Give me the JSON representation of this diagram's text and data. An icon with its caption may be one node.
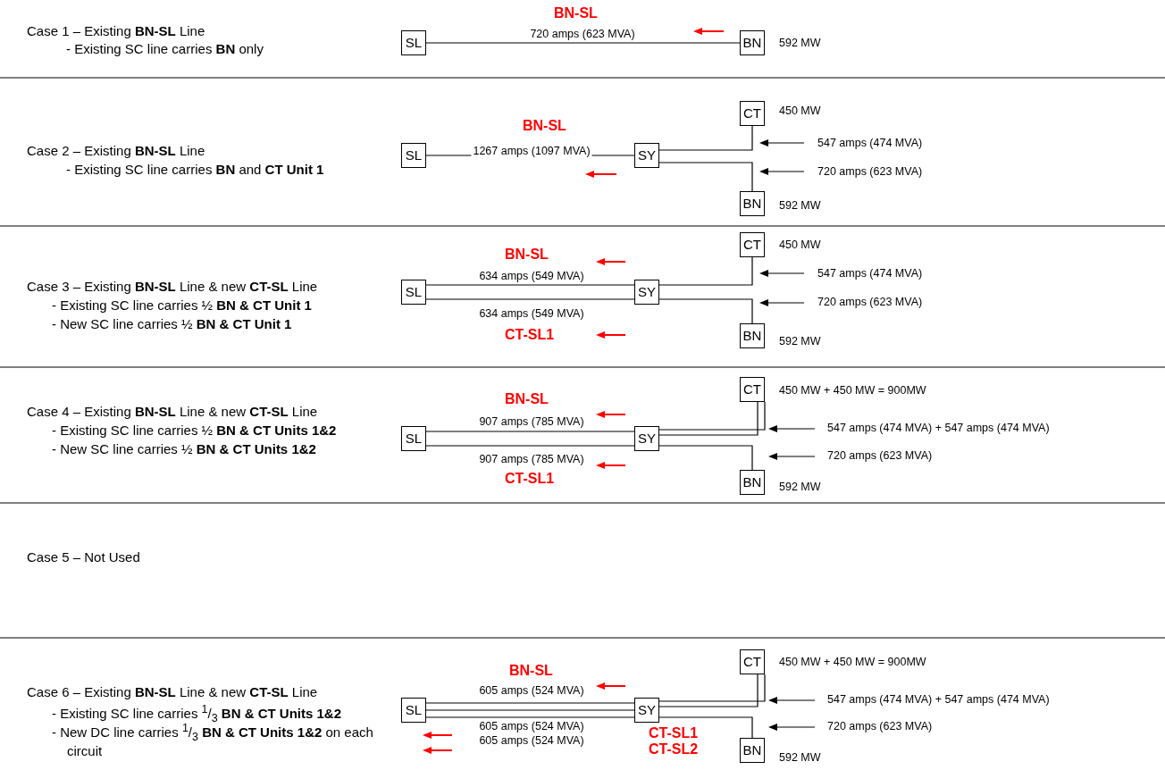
{
  "diagram": {
    "nodes": [
      {
        "text": [
          "SL"
        ]
      },
      {
        "text": [
          "BN"
        ],
        "beside": [
          "592 MW"
        ]
      },
      {
        "text": [
          "CT"
        ],
        "beside": [
          "450 MW"
        ]
      },
      {
        "text": [
          "SL"
        ]
      },
      {
        "text": [
          "SY"
        ]
      },
      {
        "text": [
          "BN"
        ],
        "beside": [
          "592 MW"
        ]
      },
      {
        "text": [
          "CT"
        ],
        "beside": [
          "450 MW"
        ]
      },
      {
        "text": [
          "SL"
        ]
      },
      {
        "text": [
          "SY"
        ]
      },
      {
        "text": [
          "BN"
        ],
        "beside": [
          "592 MW"
        ]
      },
      {
        "text": [
          "CT"
        ],
        "beside": [
          "450 MW + 450 MW = 900MW"
        ]
      },
      {
        "text": [
          "SL"
        ]
      },
      {
        "text": [
          "SY"
        ]
      },
      {
        "text": [
          "BN"
        ],
        "beside": [
          "592 MW"
        ]
      },
      {
        "text": [
          "CT"
        ],
        "beside": [
          "450 MW + 450 MW = 900MW"
        ]
      },
      {
        "text": [
          "SL"
        ]
      },
      {
        "text": [
          "SY"
        ]
      },
      {
        "text": [
          "BN"
        ],
        "beside": [
          "592 MW"
        ]
      }
    ],
    "edges": [
      {
        "from": 0,
        "to": 1,
        "arrow": "none",
        "label": "720 amps (623 MVA)"
      },
      {
        "from": 3,
        "to": 4,
        "arrow": "none",
        "label": "1267 amps (1097 MVA)"
      },
      {
        "from": 4,
        "to": 2,
        "arrow": "none"
      },
      {
        "from": 4,
        "to": 5,
        "arrow": "none"
      },
      {
        "from": 7,
        "to": 8,
        "arrow": "none",
        "label": "634 amps (549 MVA)"
      },
      {
        "from": 7,
        "to": 8,
        "arrow": "none",
        "label": "634 amps (549 MVA)"
      },
      {
        "from": 8,
        "to": 6,
        "arrow": "none"
      },
      {
        "from": 8,
        "to": 9,
        "arrow": "none"
      },
      {
        "from": 11,
        "to": 12,
        "arrow": "none",
        "label": "907 amps (785 MVA)"
      },
      {
        "from": 11,
        "to": 12,
        "arrow": "none",
        "label": "907 amps (785 MVA)"
      },
      {
        "from": 12,
        "to": 10,
        "arrow": "none"
      },
      {
        "from": 12,
        "to": 10,
        "arrow": "none"
      },
      {
        "from": 12,
        "to": 13,
        "arrow": "none"
      },
      {
        "from": 15,
        "to": 16,
        "arrow": "none",
        "label": "605 amps (524 MVA)"
      },
      {
        "from": 15,
        "to": 16,
        "arrow": "none",
        "label": "605 amps (524 MVA)"
      },
      {
        "from": 15,
        "to": 16,
        "arrow": "none",
        "label": "605 amps (524 MVA)"
      },
      {
        "from": 16,
        "to": 14,
        "arrow": "none"
      },
      {
        "from": 16,
        "to": 14,
        "arrow": "none"
      },
      {
        "from": 16,
        "to": 17,
        "arrow": "none"
      }
    ],
    "labels": [
      "Case 1 – Existing **BN-SL** Line",
      "- Existing SC line carries **BN** only",
      "BN-SL",
      "Case 2 – Existing **BN-SL** Line",
      "- Existing SC line carries **BN** and **CT Unit 1**",
      "BN-SL",
      "547 amps (474 MVA)",
      "720 amps (623 MVA)",
      "BN-SL",
      "Case 3 – Existing **BN-SL** Line & new **CT-SL** Line",
      "- Existing SC line carries ½ **BN & CT Unit 1**",
      "- New SC line carries ½ **BN & CT Unit 1**",
      "547 amps (474 MVA)",
      "720 amps (623 MVA)",
      "CT-SL1",
      "BN-SL",
      "Case 4 – Existing **BN-SL** Line & new **CT-SL** Line",
      "- Existing SC line carries ½ **BN & CT Units 1&2**",
      "- New SC line carries ½ **BN & CT Units 1&2**",
      "547 amps (474 MVA) + 547 amps (474 MVA)",
      "720 amps (623 MVA)",
      "CT-SL1",
      "Case 5 – Not Used",
      "BN-SL",
      "Case 6 – Existing **BN-SL** Line & new **CT-SL** Line",
      "- Existing SC line carries $^{1}$/$_{3}$ **BN & CT Units 1&2**",
      "- New DC line carries $^{1}$/$_{3}$ **BN & CT Units 1&2** on each circuit",
      "547 amps (474 MVA) + 547 amps (474 MVA)",
      "720 amps (623 MVA)",
      "CT-SL1",
      "CT-SL2"
    ]
  }
}
